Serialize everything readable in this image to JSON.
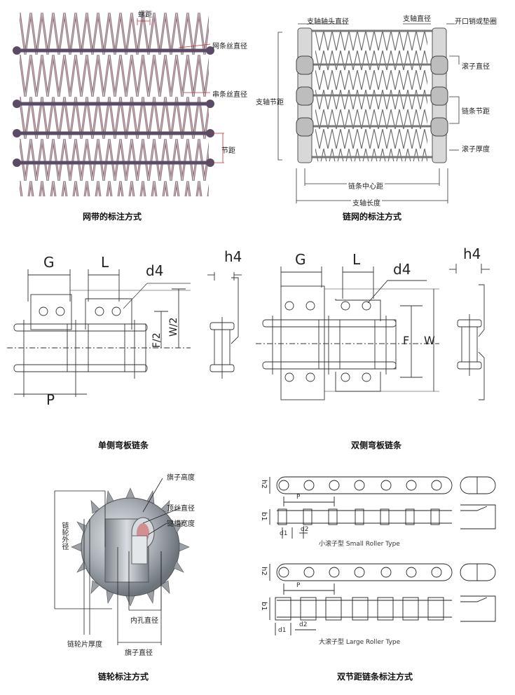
{
  "mesh_belt": {
    "labels": {
      "pitch_screw": "螺距",
      "mesh_wire_dia": "网条丝直径",
      "cross_wire_dia": "串条丝直径",
      "pitch": "节距"
    },
    "caption": "网带的标注方式"
  },
  "chain_mesh": {
    "labels": {
      "shaft_head_dia": "支轴轴头直径",
      "shaft_dia": "支轴直径",
      "cotter_washer": "开口销或垫圈",
      "shaft_pitch": "支轴节距",
      "roller_dia": "滚子直径",
      "chain_pitch": "链条节距",
      "roller_thickness": "滚子厚度",
      "chain_center": "链条中心距",
      "shaft_length": "支轴长度"
    },
    "caption": "链网的标注方式"
  },
  "single_bent": {
    "labels": {
      "g": "G",
      "l": "L",
      "d4": "d4",
      "h4": "h4",
      "f2": "F/2",
      "w2": "W/2",
      "p": "P"
    },
    "caption": "单侧弯板链条"
  },
  "double_bent": {
    "labels": {
      "g": "G",
      "l": "L",
      "d4": "d4",
      "h4": "h4",
      "f": "F",
      "w": "W"
    },
    "caption": "双侧弯板链条"
  },
  "sprocket": {
    "labels": {
      "flag_height": "旗子高度",
      "top_wire_dia": "顶丝直径",
      "keyway_width": "键槽宽度",
      "outer_dia": "链轮外径",
      "bore_dia": "内孔直径",
      "thickness": "链轮片厚度",
      "flag_dia": "旗子直径"
    },
    "caption": "链轮标注方式"
  },
  "double_pitch": {
    "small": {
      "h2": "h2",
      "p": "P",
      "b1": "b1",
      "d1": "d1",
      "d2": "d2",
      "type": "小滚子型  Small Roller Type"
    },
    "large": {
      "h2": "h2",
      "p": "P",
      "b1": "b1",
      "d1": "d1",
      "d2": "d2",
      "type": "大滚子型  Large Roller Type"
    },
    "caption": "双节距链条标注方式"
  }
}
